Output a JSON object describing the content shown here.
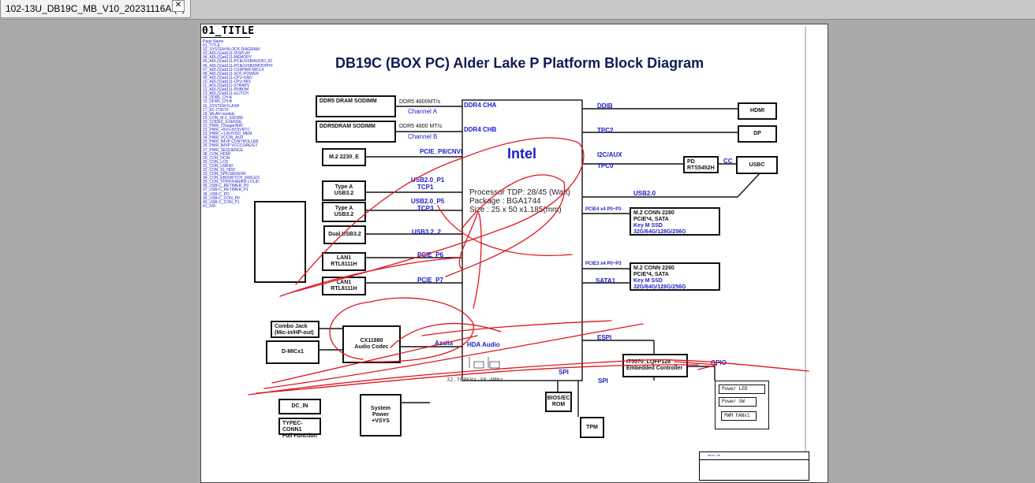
{
  "tab": {
    "title": "102-13U_DB19C_MB_V10_20231116A (2)",
    "close_glyph": "✕"
  },
  "sheet": {
    "page_title": "01_TITLE",
    "page_index": [
      "Page Name",
      "01_TITLE",
      "02_SYSTEM BLOCK DIAGRAM",
      "03_ADL(S)ad111-DISPLAY",
      "04_ADL(S)ad111-MEMORY",
      "05_ADL(S)ad111-PCIE/USB/AUDIO_ID",
      "06_ADL(S)ad111-PCIE/USB3/MODPHY",
      "07_ADL(S)ad111-CSI/PWR-M/CLK",
      "08_ADL(S)ad111-SOC-POWER",
      "09_ADL(S)ad111-CPU-GND",
      "10_ADL(S)ad111-CPU-MIS",
      "11_ADL(S)ad111-STRAPS",
      "12_ADL(S)ad111-PDBOM",
      "13_ADL(S)ad111-GLITCH",
      "14_DDR5_CH-A",
      "15_DDR5_CH-B",
      "16_SYSTEM FLASH",
      "17_EC-IT5570",
      "18_WLAN module",
      "19_CON_M.2_SSD(M)",
      "20_CODEC_ESENSE",
      "21_PWR_Charger/BAT",
      "22_PWR_+5V/+3V/3VRTC",
      "23_PWR_+1.8V/VDD_MEM",
      "24_PWR_VCCIN_AUX",
      "25_PWR_IMVP CONTROLLER",
      "26_PWR_IMVP VCCCORE/GT",
      "27_PWR_SEQUENCE",
      "28_CON_HDMI",
      "29_CON_DCIN",
      "30_CON_LCD",
      "31_CON_USB30",
      "32_CON_IO_HDD",
      "33_CON_SPK/SENSOR",
      "34_CON_EB/SWITCH_SW/LED",
      "35_CON_TP/FP/FAN/KB LT/LID",
      "36_USB-C_RETIMER_P0",
      "37_USB-C_RETIMER_P1",
      "38_USB-C_PD",
      "39_USB-C_CON_P0",
      "40_USB-C_CON_P1",
      "41_IVE"
    ],
    "diagram_title": "DB19C (BOX PC) Alder Lake P Platform Block Diagram"
  },
  "blocks": {
    "dimm_a": {
      "title": "DDR5 DRAM SODIMM"
    },
    "dimm_b": {
      "title": "DDR5DRAM SODIMM"
    },
    "m2_2230": {
      "title": "M.2 2230_E"
    },
    "typea_1": {
      "line1": "Type A",
      "line2": "USB3.2"
    },
    "typea_2": {
      "line1": "Type A",
      "line2": "USB3.2"
    },
    "dual_usb": {
      "title": "Dual USB3.2"
    },
    "lan1": {
      "line1": "LAN1",
      "line2": "RTL8111H"
    },
    "lan2": {
      "line1": "LAN1",
      "line2": "RTL8111H"
    },
    "combo_jack": {
      "line1": "Combo Jack",
      "line2": "(Mic-in/HP-out)"
    },
    "dmic": {
      "title": "D-MICx1"
    },
    "codec": {
      "line1": "CX11880",
      "line2": "Audio Codec"
    },
    "dc_in": {
      "title": "DC_IN"
    },
    "typec_conn": {
      "line1": "TYPEC-CONN1",
      "line2": "Full Function"
    },
    "sys_power": {
      "line1": "System Power",
      "line2": "+VSYS"
    },
    "bios_rom": {
      "line1": "BIOS/EC",
      "line2": "ROM"
    },
    "tpm": {
      "title": "TPM"
    },
    "ec": {
      "line1": "IT5570_LQFP128",
      "line2": "Embedded Controller"
    },
    "hdmi": {
      "title": "HDMI"
    },
    "dp": {
      "title": "DP"
    },
    "pd": {
      "line1": "PD",
      "line2": "RTS5452H"
    },
    "usbc": {
      "title": "USBC"
    },
    "m2_ssd_1": {
      "line1": "M.2 CONN 2280",
      "line2": "PCIE*4,  SATA",
      "line3": "Key M SSD 32G/64G/128G/256G"
    },
    "m2_ssd_2": {
      "line1": "M.2 CONN 2280",
      "line2": "PCIE*4,  SATA",
      "line3": "Key M SSD 32G/64G/128G/256G"
    },
    "gpio_box": {
      "power_led": "Power LED",
      "power_sw": "Power SW",
      "pwm_fan": "PWM FANx1"
    }
  },
  "cpu": {
    "name": "Intel",
    "info": "Processor TDP: 28/45 (Watt)\nPackage : BGA1744\nSize : 25 x 50 x1.185(mm)",
    "ports": {
      "ddr4_cha": "DDR4 CHA",
      "ddr4_chb": "DDR4 CHB",
      "hda_audio": "HDA Audio"
    }
  },
  "signals": {
    "ddr5_a": "DDR5 4800MT/s",
    "channel_a": "Channel A",
    "ddr5_b": "DDR5 4800 MT/s",
    "channel_b": "Channel B",
    "pcie_cnvi": "PCIE_P8/CNVI",
    "usb20_p1": "USB2.0_P1",
    "tcp1": "TCP1",
    "usb20_p5": "USB2.0_P5",
    "tcp3": "TCP3",
    "usb32_2": "USB3.2_2",
    "pcie_p6": "PCIE_P6",
    "pcie_p7": "PCIE_P7",
    "azalia": "Azalia",
    "ddib": "DDIB",
    "tpc2": "TPC2",
    "i2c_aux": "I2C/AUX",
    "tpc0": "TPC0",
    "cc": "CC",
    "usb20": "USB2.0",
    "pcie4": "PCIE4 x4  P0~P3",
    "pcie3": "PCIE3 x4  P0~P3",
    "sata1": "SATA1",
    "espi": "ESPI",
    "spi_1": "SPI",
    "spi_2": "SPI",
    "gpio": "GPIO",
    "xtal": "32.768KHz  38.4MHz"
  },
  "title_block": {
    "text": "DB19C_MB"
  },
  "colors": {
    "signal_blue": "#1c1cc9",
    "redline": "#e0141e",
    "frame_bg": "#a9a9a9"
  }
}
